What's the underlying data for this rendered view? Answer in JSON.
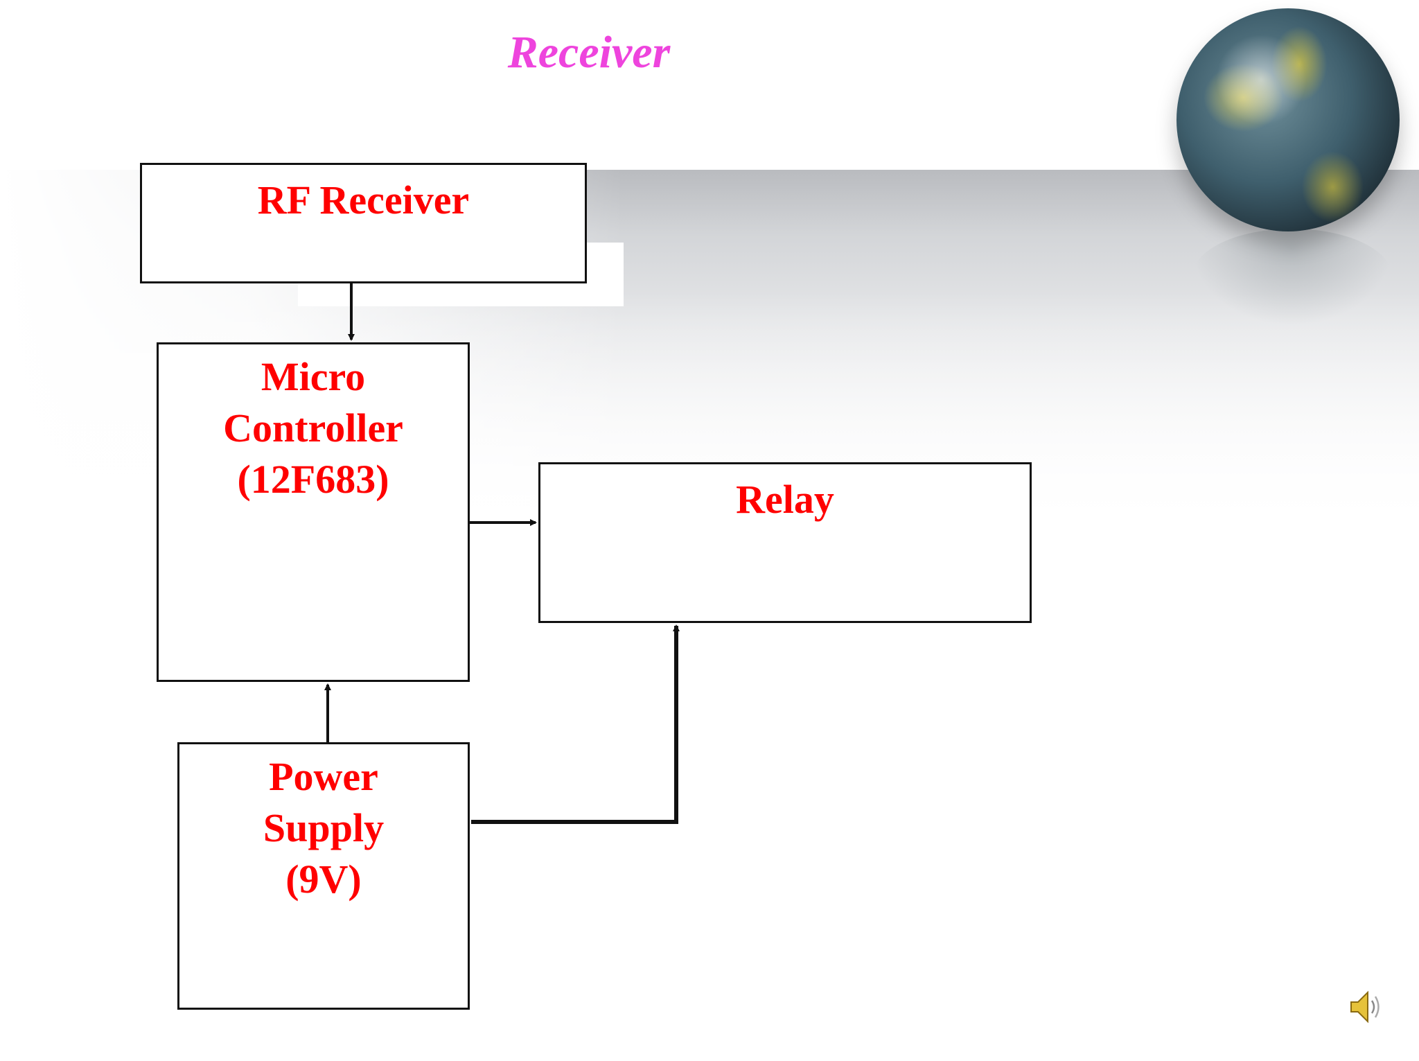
{
  "slide": {
    "title": "Receiver"
  },
  "blocks": {
    "rf_receiver": {
      "lines": [
        "RF Receiver"
      ]
    },
    "micro_controller": {
      "lines": [
        "Micro",
        "Controller",
        "(12F683)"
      ]
    },
    "relay": {
      "lines": [
        "Relay"
      ]
    },
    "power_supply": {
      "lines": [
        "Power",
        "Supply",
        "(9V)"
      ]
    }
  },
  "connections": [
    {
      "from": "rf_receiver",
      "to": "micro_controller"
    },
    {
      "from": "micro_controller",
      "to": "relay"
    },
    {
      "from": "power_supply",
      "to": "micro_controller"
    },
    {
      "from": "power_supply",
      "to": "relay"
    }
  ],
  "colors": {
    "title": "#ee44dd",
    "block_text": "#ff0000",
    "lines": "#111111"
  },
  "icons": [
    "globe-icon",
    "speaker-icon"
  ]
}
